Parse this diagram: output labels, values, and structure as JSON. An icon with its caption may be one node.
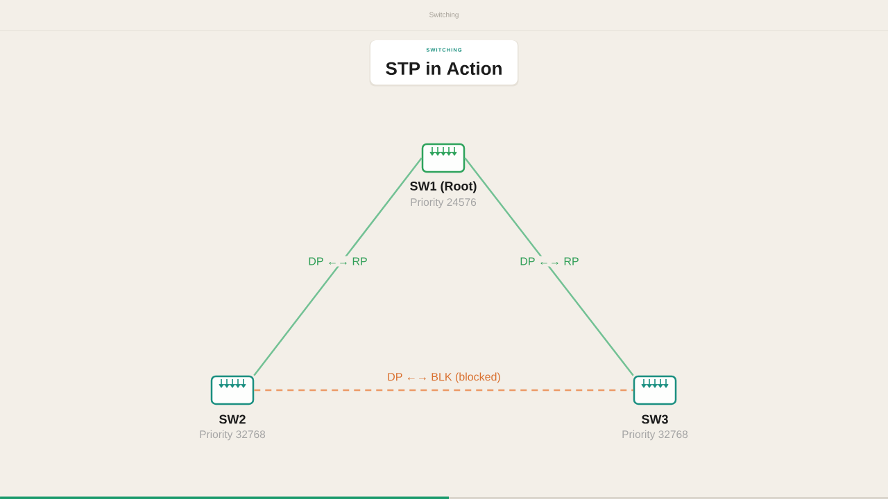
{
  "diagram": {
    "title": "STP in Action",
    "nodes": [
      {
        "text": [
          "SW1 (Root)",
          "Priority 24576"
        ]
      },
      {
        "text": [
          "SW2",
          "Priority 32768"
        ]
      },
      {
        "text": [
          "SW3",
          "Priority 32768"
        ]
      }
    ],
    "edges": [
      {
        "from": 0,
        "to": 1,
        "arrow": "none",
        "label": "DP ←→ RP"
      },
      {
        "from": 0,
        "to": 2,
        "arrow": "none",
        "label": "DP ←→ RP"
      },
      {
        "from": 1,
        "to": 2,
        "arrow": "none",
        "label": "DP ←→ BLK (blocked)",
        "style": "dashed",
        "color": "#ec9a66"
      }
    ],
    "labels": [
      "Switching",
      "SWITCHING"
    ]
  }
}
